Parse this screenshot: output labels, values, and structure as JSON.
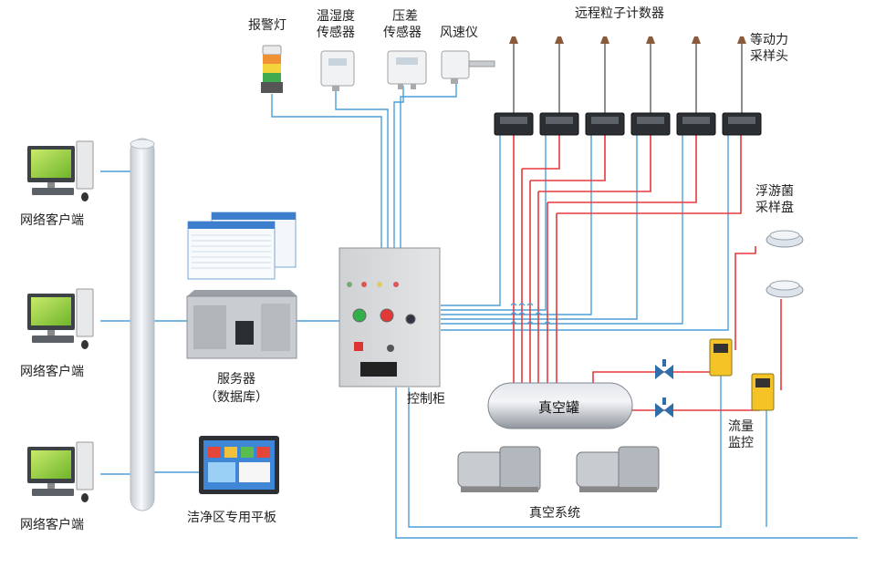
{
  "labels": {
    "alarm_light": "报警灯",
    "temp_humidity_sensor_l1": "温湿度",
    "temp_humidity_sensor_l2": "传感器",
    "diff_pressure_sensor_l1": "压差",
    "diff_pressure_sensor_l2": "传感器",
    "anemometer": "风速仪",
    "remote_particle_counter": "远程粒子计数器",
    "isokinetic_probe_l1": "等动力",
    "isokinetic_probe_l2": "采样头",
    "network_client_1": "网络客户端",
    "network_client_2": "网络客户端",
    "network_client_3": "网络客户端",
    "server_l1": "服务器",
    "server_l2": "（数据库）",
    "cleanroom_tablet": "洁净区专用平板",
    "control_cabinet": "控制柜",
    "vacuum_tank": "真空罐",
    "vacuum_system": "真空系统",
    "plankton_sampler_l1": "浮游菌",
    "plankton_sampler_l2": "采样盘",
    "flow_monitor_l1": "流量",
    "flow_monitor_l2": "监控"
  },
  "colors": {
    "data_line": "#4a9fd8",
    "vacuum_line": "#e8383b",
    "bus_pipe": "#dfe4e8",
    "cabinet": "#d9dadc",
    "tank": "#b8bcc4"
  },
  "icons": {
    "computer": "desktop-computer-icon",
    "server": "rack-server-icon",
    "tablet": "touch-panel-icon",
    "alarm": "signal-tower-light-icon",
    "sensor": "wall-sensor-icon",
    "counter": "particle-counter-icon",
    "probe": "sampling-probe-icon",
    "valve": "valve-icon",
    "flowmeter": "flow-meter-icon",
    "pump": "vacuum-pump-icon",
    "dish": "sampling-dish-icon"
  }
}
